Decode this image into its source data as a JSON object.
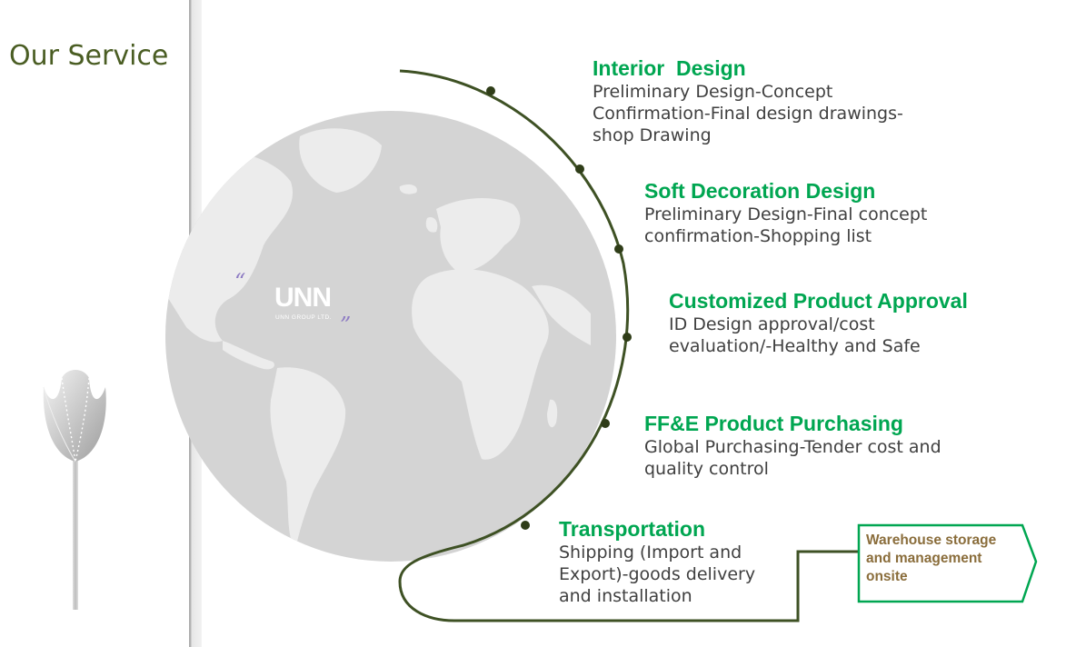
{
  "page_title": "Our Service",
  "logo": {
    "name": "UNN",
    "subtitle": "UNN GROUP LTD.",
    "quote_open": "“",
    "quote_close": "”"
  },
  "services": [
    {
      "title": "Interior  Design",
      "description": "Preliminary Design-Concept\nConfirmation-Final design drawings-\nshop Drawing"
    },
    {
      "title": "Soft Decoration Design",
      "description": "Preliminary Design-Final concept\nconfirmation-Shopping list"
    },
    {
      "title": "Customized Product Approval",
      "description": "ID Design approval/cost\nevaluation/-Healthy and Safe"
    },
    {
      "title": "FF&E Product Purchasing",
      "description": "Global Purchasing-Tender  cost and\nquality control"
    },
    {
      "title": "Transportation",
      "description": "Shipping (Import and\nExport)-goods delivery\nand installation"
    }
  ],
  "final_step": {
    "label": "Warehouse storage\nand management\nonsite"
  },
  "colors": {
    "title_green": "#00a651",
    "heading_olive": "#4a5d23",
    "curve": "#3e5124",
    "box_border": "#00a651",
    "box_text": "#8a6d3b",
    "globe": "#d4d4d4",
    "land": "#e9e9e9",
    "description": "#404040"
  },
  "icons": [
    "globe-map-icon",
    "tulip-icon",
    "arrow-tag-icon"
  ]
}
